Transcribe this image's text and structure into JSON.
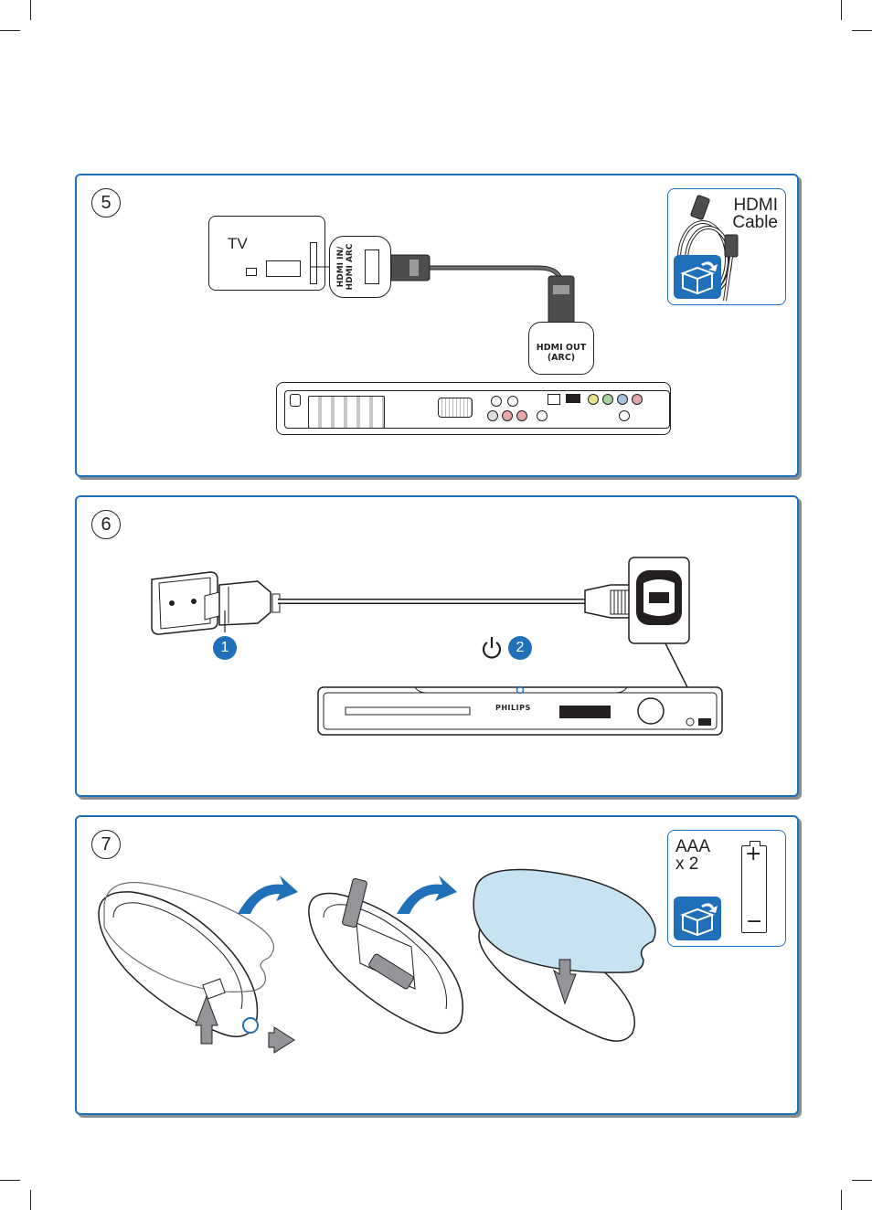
{
  "colors": {
    "accent": "#1f6fb9",
    "cover": "#c7e3f1",
    "shadow": "#8a8d91",
    "ink": "#231f20"
  },
  "step5": {
    "number": "5",
    "tv_label": "TV",
    "port_tv_line1": "HDMI IN/",
    "port_tv_line2": "HDMI ARC",
    "port_out_line1": "HDMI OUT",
    "port_out_line2": "(ARC)",
    "inset_line1": "HDMI",
    "inset_line2": "Cable",
    "box_icon": "package-box-icon"
  },
  "step6": {
    "number": "6",
    "badge1": "1",
    "badge2": "2",
    "brand": "PHILIPS",
    "power_icon": "power-icon"
  },
  "step7": {
    "number": "7",
    "inset_line1": "AAA",
    "inset_line2": "x 2",
    "battery_plus": "+",
    "battery_minus": "−",
    "box_icon": "package-box-icon"
  }
}
